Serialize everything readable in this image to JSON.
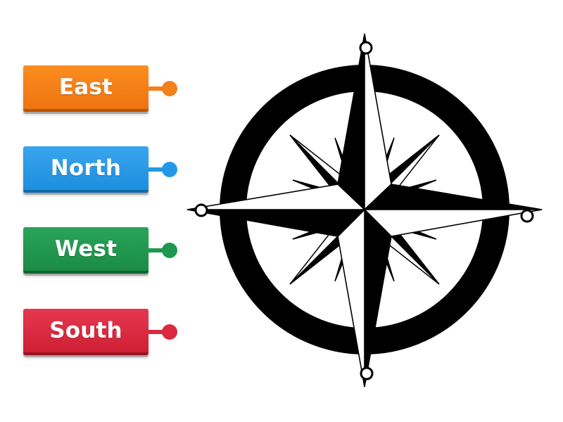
{
  "labels": [
    {
      "id": "east",
      "text": "East",
      "color": "#f3801a"
    },
    {
      "id": "north",
      "text": "North",
      "color": "#2498e7"
    },
    {
      "id": "west",
      "text": "West",
      "color": "#1f9750"
    },
    {
      "id": "south",
      "text": "South",
      "color": "#d92a40"
    }
  ],
  "compass": {
    "icon": "compass-rose-icon",
    "ring_color": "#000000",
    "drop_points": [
      "top",
      "right",
      "bottom",
      "left"
    ]
  }
}
